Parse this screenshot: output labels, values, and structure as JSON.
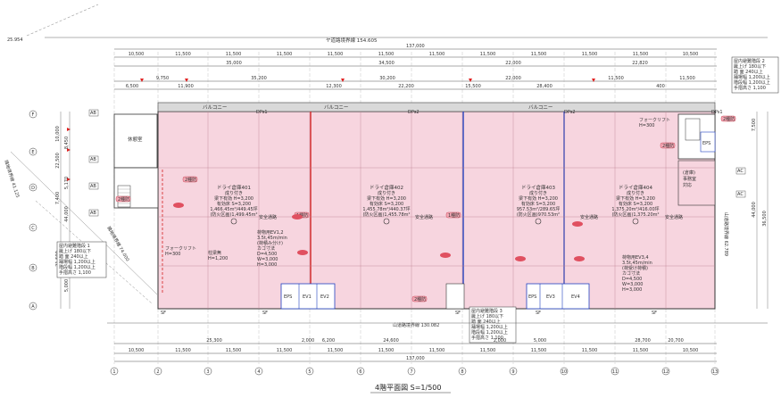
{
  "top_road_label": "ヤ道路境界線 154.605",
  "top_total_dim": "137,000",
  "corner_elevation": "25.954",
  "dims_row1": [
    "10,500",
    "11,500",
    "11,500",
    "11,500",
    "11,500",
    "11,500",
    "11,500",
    "11,500",
    "11,500",
    "11,500",
    "11,500",
    "10,500"
  ],
  "dims_row2": [
    "35,000",
    "34,500",
    "22,000",
    "22,820"
  ],
  "dims_row3": [
    "9,750",
    "35,200",
    "30,200",
    "22,000",
    "11,500",
    "11,500"
  ],
  "dims_row4": [
    "6,500",
    "11,900",
    "12,300",
    "22,200",
    "15,500",
    "28,400",
    "400"
  ],
  "balcony_labels": [
    "バルコニー",
    "バルコニー",
    "バルコニー"
  ],
  "dp_labels": [
    "DPs1",
    "DPs2",
    "DPs2",
    "DPs1"
  ],
  "rest_room": "休憩室",
  "room_annotations": [
    {
      "id": "401",
      "lines": [
        "ドライ倉庫401",
        "成り付き",
        "梁下有効 H=3,200",
        "有効床 S=3,200",
        "1,466.45m²/449.45坪",
        "(防火区画)1,499.45m²"
      ]
    },
    {
      "id": "402",
      "lines": [
        "ドライ倉庫402",
        "成り付き",
        "梁下有効 H=3,200",
        "有効床 S=3,200",
        "1,455.78m²/440.37坪",
        "(防火区画)1,455.78m²"
      ]
    },
    {
      "id": "403",
      "lines": [
        "ドライ倉庫403",
        "成り付き",
        "梁下有効 H=3,200",
        "有効床 S=3,200",
        "957.53m²/289.65坪",
        "(防火区画)970.53m²"
      ]
    },
    {
      "id": "404",
      "lines": [
        "ドライ倉庫404",
        "成り付き",
        "梁下有効 H=3,200",
        "有効床 S=3,200",
        "1,375.20m²/416.00坪",
        "(防火区画)1,375.20m²"
      ]
    }
  ],
  "ev_left": {
    "lines": [
      "荷物用EV1,2",
      "3.5t,45m/min",
      "(荷積み分け)",
      "カゴ寸法",
      "D=4,500",
      "W=3,000",
      "H=3,000"
    ]
  },
  "ev_right": {
    "lines": [
      "荷物用EV3,4",
      "3.5t,45m/min",
      "(荷受け荷積)",
      "カゴ寸法",
      "D=4,500",
      "W=3,000",
      "H=3,000"
    ]
  },
  "safety_paths": [
    "安全通路",
    "安全通路",
    "安全通路",
    "安全通路"
  ],
  "floor_sign": "4階平面図  S=1/500",
  "top_right_box": [
    "屋内避難階段 2",
    "蹴上げ 180以下",
    "踏 面 240以上",
    "踊場幅 1,200以上",
    "階段幅 1,200以上",
    "手摺高さ 1,100"
  ],
  "left_box": [
    "屋内避難階段 1",
    "蹴上げ 180以下",
    "踏 面 240以上",
    "踊場幅 1,200以上",
    "階段幅 1,200以上",
    "手摺高さ 1,100"
  ],
  "bottom_box": [
    "屋内避難階段 3",
    "蹴上げ 180以下",
    "踏 面 240以上",
    "踊場幅 1,200以上",
    "階段幅 1,200以上",
    "手摺高さ 1,100"
  ],
  "forklift_left": [
    "フォークリフト",
    "H=300"
  ],
  "forklift_right": [
    "フォークリフト",
    "H=300"
  ],
  "pillar_left": [
    "柱梁無",
    "H=1,200"
  ],
  "right_room": [
    "(倉庫)",
    "事務室",
    "対応"
  ],
  "room_labels": [
    "休憩室",
    "EV1",
    "EV2",
    "EV3",
    "EV4",
    "EPS",
    "EPS",
    "EPS"
  ],
  "bottom_road_label": "山道路境界線 130.082",
  "left_road_label": "隣地境界線 41.125",
  "right_road_label": "山道路境界線 62.789",
  "diagonal_label": "隣地境界線 74.000",
  "side_dims_left": [
    "10,000",
    "8,450",
    "22,500",
    "5,170",
    "7,400",
    "44,000",
    "21,500",
    "5,000"
  ],
  "side_dims_right": [
    "7,500",
    "44,000",
    "36,500"
  ],
  "bottom_dims_row1": [
    "25,300",
    "2,000",
    "6,200",
    "24,600",
    "28,700",
    "2,000",
    "5,000",
    "20,700"
  ],
  "bottom_dims_row2": [
    "10,500",
    "11,500",
    "11,500",
    "11,500",
    "11,500",
    "11,500",
    "11,500",
    "11,500",
    "11,500",
    "11,500",
    "11,500",
    "10,500"
  ],
  "bottom_total_dim": "137,000",
  "grid_numbers": [
    "1",
    "2",
    "3",
    "4",
    "5",
    "6",
    "7",
    "8",
    "9",
    "10",
    "11",
    "12",
    "13"
  ],
  "grid_letters": [
    "F",
    "E",
    "D",
    "C",
    "B",
    "A"
  ],
  "tag_2kyu": "2種防",
  "tag_1kyu": "1種防",
  "stair_tags": [
    "AB",
    "AB",
    "AB",
    "AB",
    "AC",
    "AC",
    "SF",
    "SF",
    "SF",
    "SF",
    "SF"
  ]
}
